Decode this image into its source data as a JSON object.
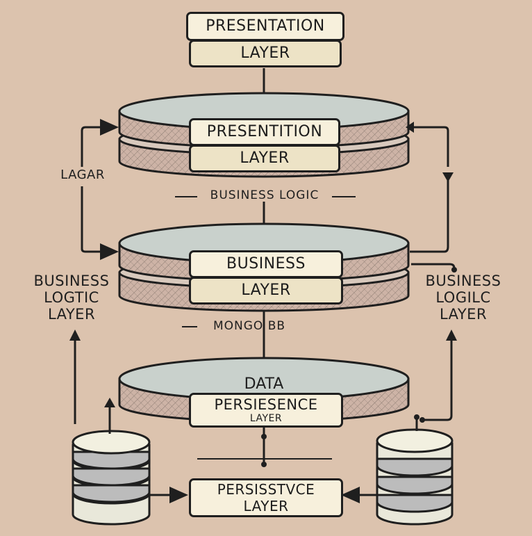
{
  "top_box": {
    "line1": "PRESENTATION",
    "line2": "LAYER"
  },
  "disk1_box": {
    "line1": "PRESENTITION",
    "line2": "LAYER"
  },
  "disk2_box": {
    "line1": "BUSINESS",
    "line2": "LAYER"
  },
  "disk3_box": {
    "line1": "DATA",
    "line2": "PERSIESENCE",
    "line3": "LAYER"
  },
  "bottom_box": {
    "line1": "PERSISSTVCE",
    "line2": "LAYER"
  },
  "connector_labels": {
    "business_logic": "BUSINESS LOGIC",
    "mongo": "MONGO BB"
  },
  "side_labels": {
    "lagar": "LAGAR",
    "left": {
      "line1": "BUSINESS",
      "line2": "LOGTIC",
      "line3": "LAYER"
    },
    "right": {
      "line1": "BUSINESS",
      "line2": "LOGILC",
      "line3": "LAYER"
    }
  },
  "colors": {
    "background": "#dcc3ae",
    "disk_top": "#c9d1cc",
    "disk_side": "#cdb3a6",
    "box_fill": "#f7f0dc",
    "db_fill": "#e9e8da",
    "outline": "#1f1f1f"
  }
}
